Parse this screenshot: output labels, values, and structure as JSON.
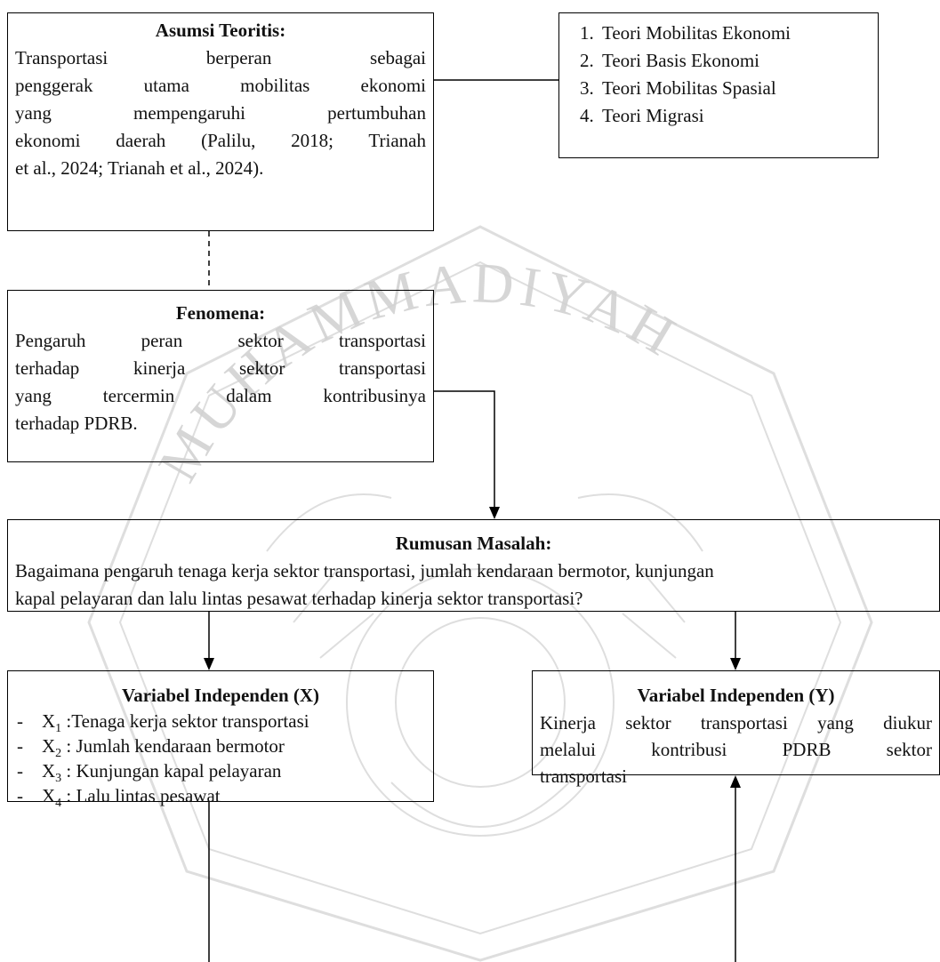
{
  "asumsi": {
    "title": "Asumsi Teoritis:",
    "lines": [
      "Transportasi berperan sebagai",
      "penggerak utama mobilitas ekonomi",
      "yang mempengaruhi pertumbuhan",
      "ekonomi daerah (Palilu, 2018; Trianah",
      "et al., 2024; Trianah et al., 2024)."
    ]
  },
  "teori": {
    "items": [
      "Teori Mobilitas Ekonomi",
      "Teori Basis Ekonomi",
      "Teori Mobilitas Spasial",
      "Teori Migrasi"
    ]
  },
  "fenomena": {
    "title": "Fenomena:",
    "lines": [
      "Pengaruh peran sektor transportasi",
      "terhadap kinerja sektor transportasi",
      "yang tercermin dalam kontribusinya",
      "terhadap PDRB."
    ]
  },
  "rumusan": {
    "title": "Rumusan Masalah:",
    "lines": [
      "Bagaimana pengaruh tenaga kerja sektor transportasi, jumlah kendaraan bermotor, kunjungan",
      "kapal pelayaran dan lalu lintas pesawat terhadap kinerja sektor transportasi?"
    ]
  },
  "var_x": {
    "title": "Variabel Independen (X)",
    "items": [
      {
        "sym": "X",
        "sub": "1",
        "text": " :Tenaga kerja sektor transportasi"
      },
      {
        "sym": "X",
        "sub": "2",
        "text": " : Jumlah kendaraan bermotor"
      },
      {
        "sym": "X",
        "sub": "3",
        "text": " : Kunjungan kapal pelayaran"
      },
      {
        "sym": "X",
        "sub": "4",
        "text": " : Lalu lintas pesawat"
      }
    ]
  },
  "var_y": {
    "title": "Variabel Independen (Y)",
    "lines": [
      "Kinerja sektor transportasi yang diukur",
      "melalui kontribusi PDRB sektor",
      "transportasi"
    ]
  },
  "watermark": {
    "text": "MUHAMMADIYAH",
    "color": "#cfcfcf"
  }
}
